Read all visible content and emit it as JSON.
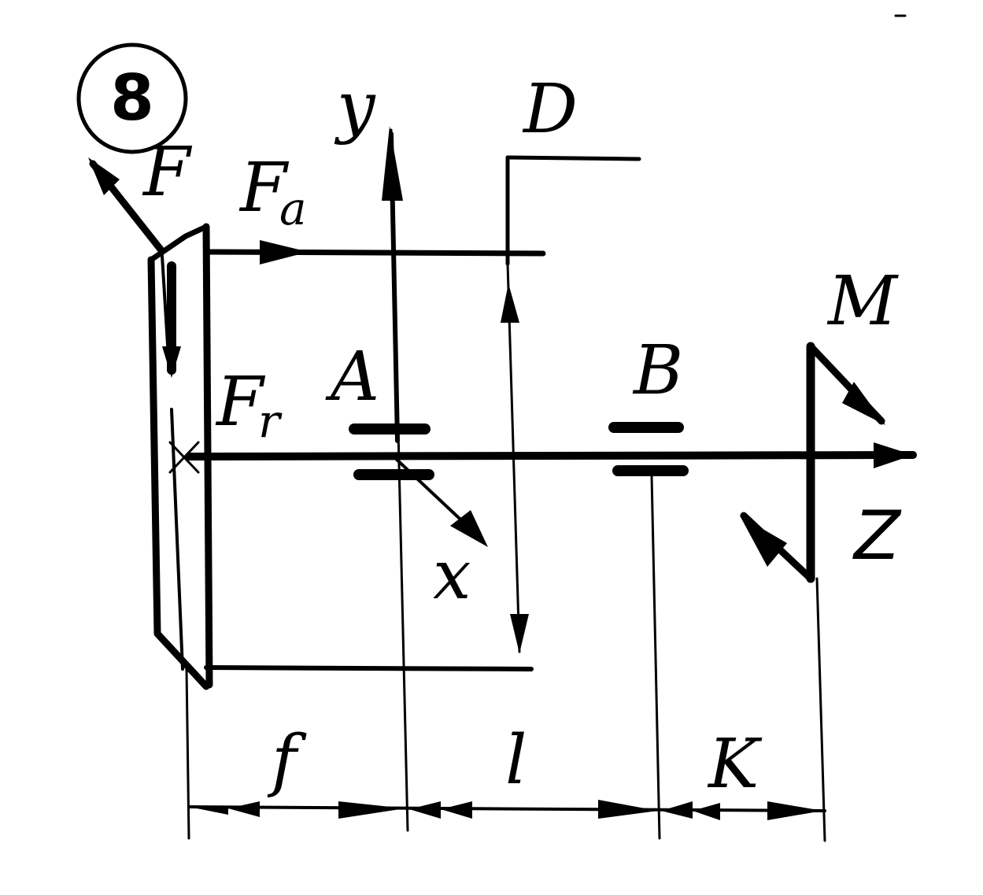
{
  "figure": {
    "number": "8",
    "force_F": "F",
    "force_Fa_main": "F",
    "force_Fa_sub": "a",
    "force_Fr_main": "F",
    "force_Fr_sub": "r",
    "axis_y": "y",
    "axis_x": "x",
    "axis_z": "Z",
    "diameter_D": "D",
    "support_A": "A",
    "support_B": "B",
    "moment_M": "M",
    "dim_f": "f",
    "dim_l": "l",
    "dim_k": "K"
  },
  "colors": {
    "ink": "#000000",
    "background": "#ffffff"
  }
}
